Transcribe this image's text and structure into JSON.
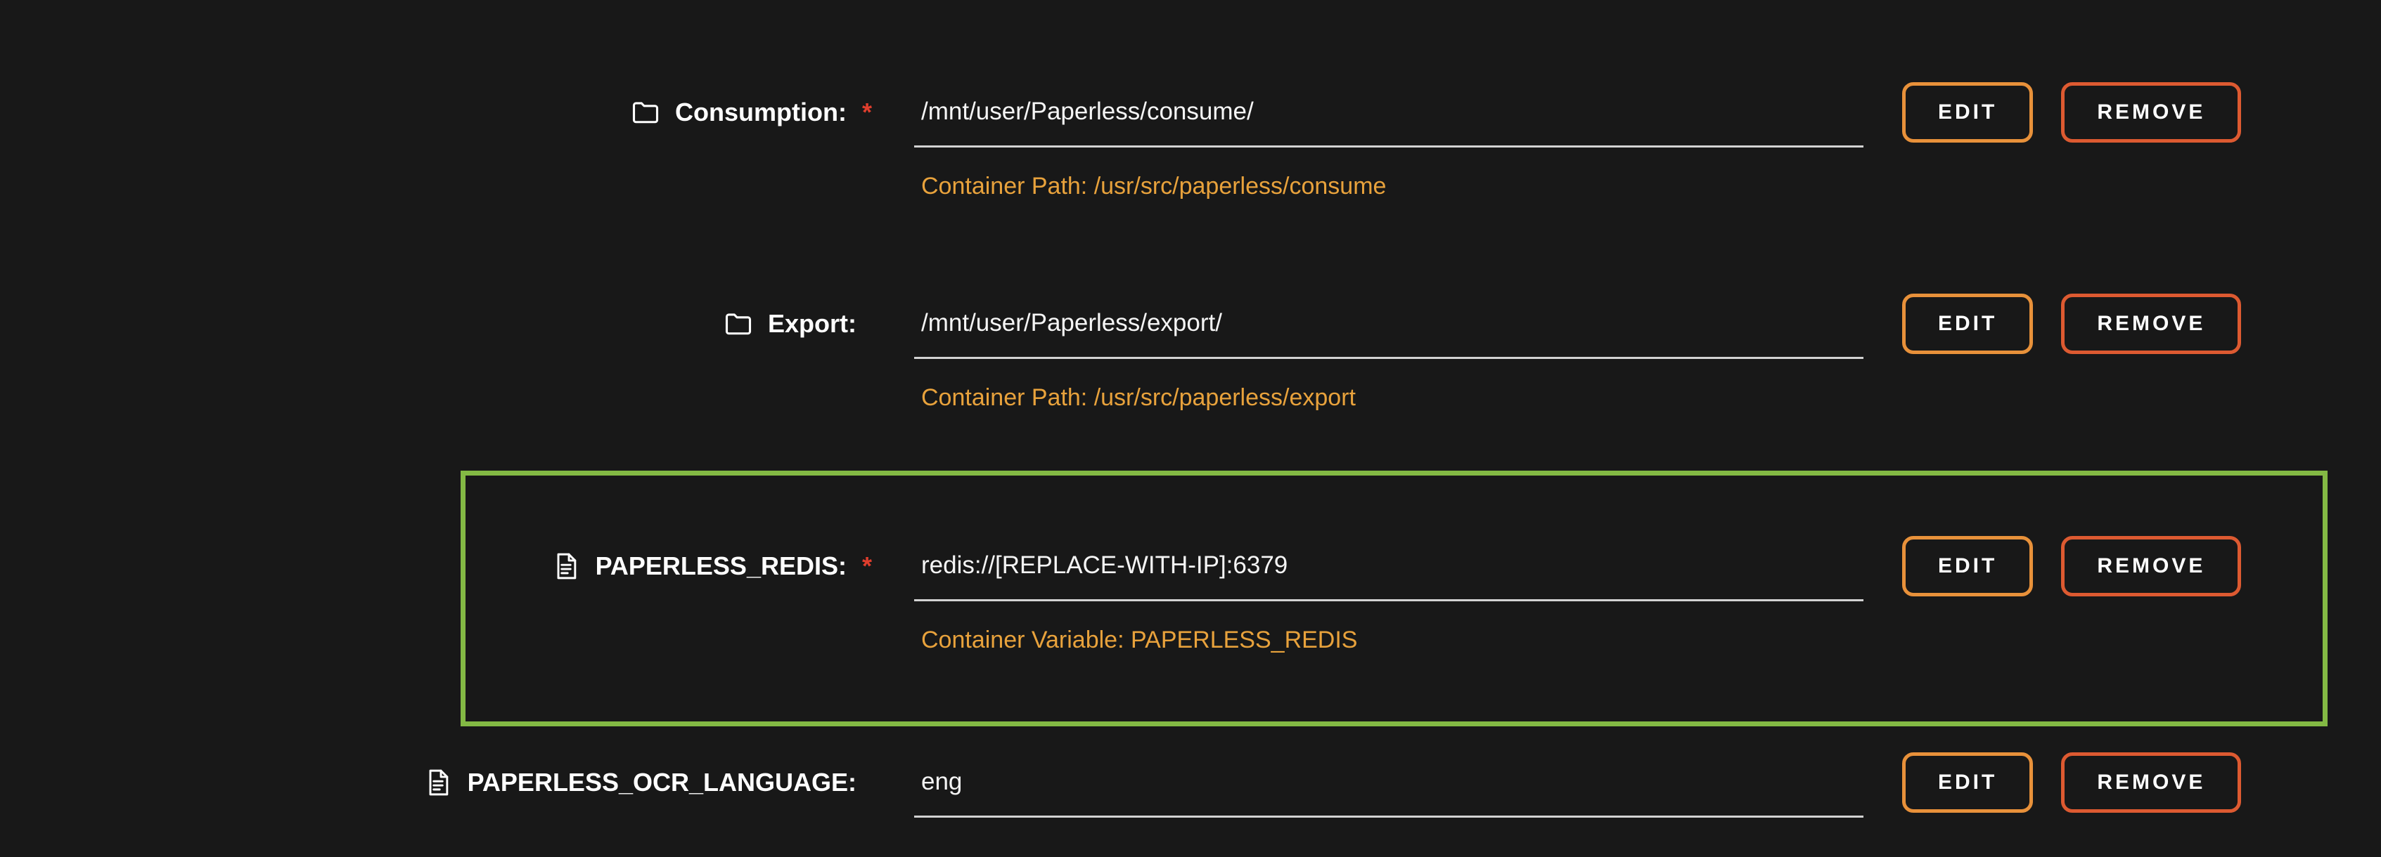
{
  "theme": {
    "background": "#181818",
    "accent_orange": "#e8a23c",
    "required_red": "#e03e2d",
    "highlight_green": "#83b944",
    "edit_button_border": "#e8913a",
    "remove_button_border": "#dd5a31",
    "underline_color": "#d2d2d2"
  },
  "button_labels": {
    "edit": "EDIT",
    "remove": "REMOVE"
  },
  "rows": [
    {
      "id": "consumption",
      "icon": "folder-icon",
      "label": "Consumption:",
      "required_marker": "*",
      "value": "/mnt/user/Paperless/consume/",
      "description": "Container Path: /usr/src/paperless/consume"
    },
    {
      "id": "export",
      "icon": "folder-icon",
      "label": "Export:",
      "required_marker": "",
      "value": "/mnt/user/Paperless/export/",
      "description": "Container Path: /usr/src/paperless/export"
    },
    {
      "id": "paperless-redis",
      "icon": "file-icon",
      "label": "PAPERLESS_REDIS:",
      "required_marker": "*",
      "value": "redis://[REPLACE-WITH-IP]:6379",
      "description": "Container Variable: PAPERLESS_REDIS",
      "highlighted": true
    },
    {
      "id": "paperless-ocr-language",
      "icon": "file-icon",
      "label": "PAPERLESS_OCR_LANGUAGE:",
      "required_marker": "",
      "value": "eng"
    }
  ]
}
